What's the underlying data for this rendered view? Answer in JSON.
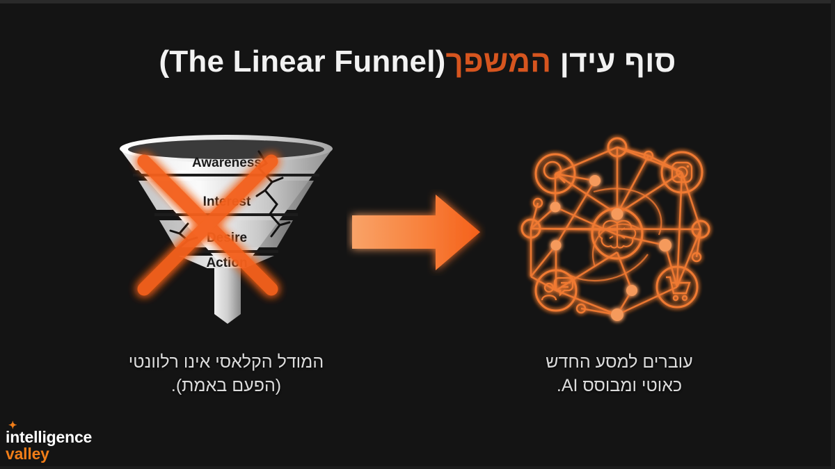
{
  "slide": {
    "background_color": "#141414",
    "accent_color": "#d6551f",
    "arrow_color_light": "#f9a368",
    "arrow_color_dark": "#f4601a",
    "network_color": "#f07a33",
    "title": {
      "hebrew_prefix": "סוף עידן ",
      "hebrew_highlight": "המשפך",
      "english": "(The Linear Funnel)"
    }
  },
  "funnel": {
    "name": "broken-linear-funnel",
    "stages": [
      "Awareness",
      "Interest",
      "Desire",
      "Action"
    ],
    "crossed_out": true,
    "cracked": true,
    "cross_color": "#f4601a"
  },
  "arrow": {
    "name": "transition-arrow",
    "direction": "right"
  },
  "network": {
    "name": "ai-journey-network",
    "center_icon": "brain-icon",
    "node_icons": [
      "search-icon",
      "instagram-icon",
      "shopping-cart-icon",
      "user-chat-icon"
    ]
  },
  "captions": {
    "left_line1": "המודל הקלאסי אינו רלוונטי",
    "left_line2": "(הפעם באמת).",
    "right_line1": "עוברים למסע החדש",
    "right_line2": "כאוטי ומבוסס AI."
  },
  "logo": {
    "line1": "intelligence",
    "line2": "valley",
    "spark": "✦"
  }
}
